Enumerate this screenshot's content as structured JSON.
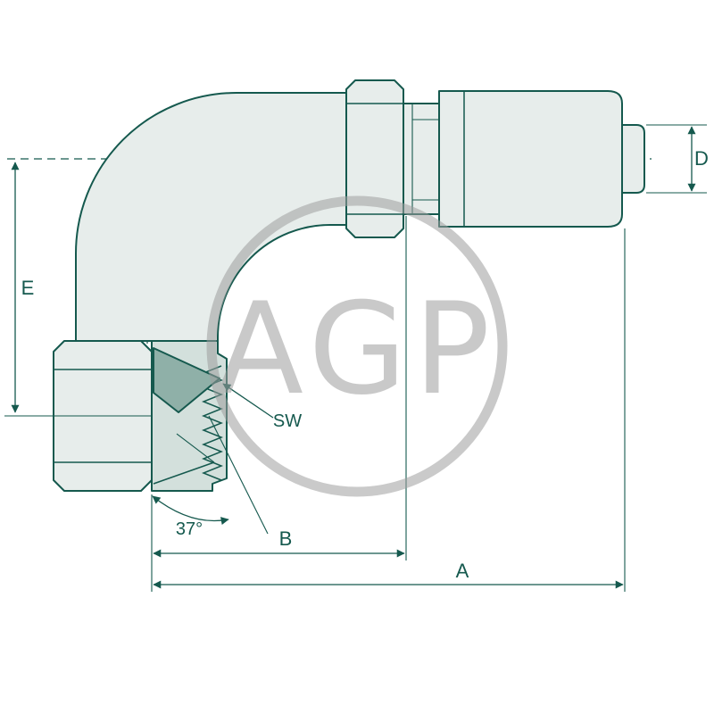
{
  "diagram": {
    "labels": {
      "dim_a": "A",
      "dim_b": "B",
      "dim_d": "D",
      "dim_e": "E",
      "angle": "37°",
      "wrench_size": "SW"
    },
    "watermark": "AGP",
    "colors": {
      "line": "#15594e",
      "fill_light": "#e7edeb",
      "fill_mid": "#d3e0dc",
      "fill_dark": "#8fb0a8",
      "watermark": "#9e9e9e",
      "background": "#ffffff"
    }
  }
}
